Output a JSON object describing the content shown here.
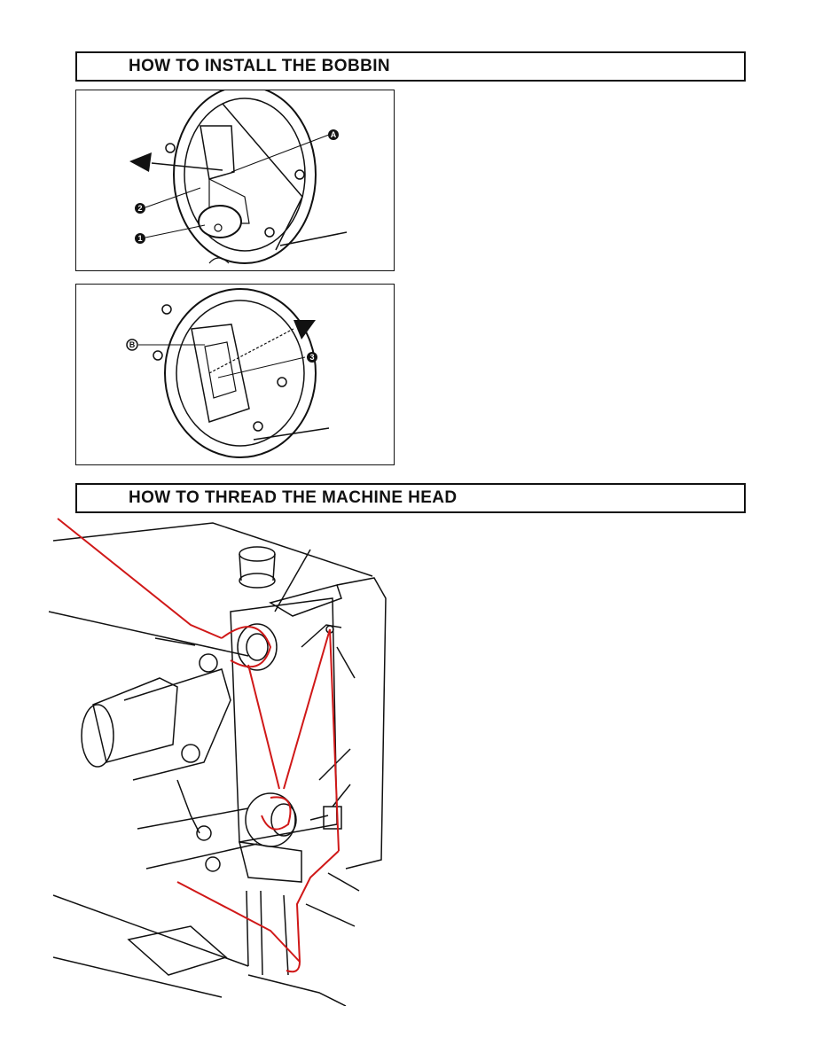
{
  "section1": {
    "title": "HOW TO INSTALL THE BOBBIN"
  },
  "section2": {
    "title": "HOW TO THREAD THE MACHINE HEAD"
  },
  "figure1": {
    "callouts": [
      "A",
      "2",
      "1"
    ]
  },
  "figure2": {
    "callouts": [
      "B",
      "3"
    ]
  },
  "colors": {
    "thread": "#d01818",
    "ink": "#111111"
  }
}
